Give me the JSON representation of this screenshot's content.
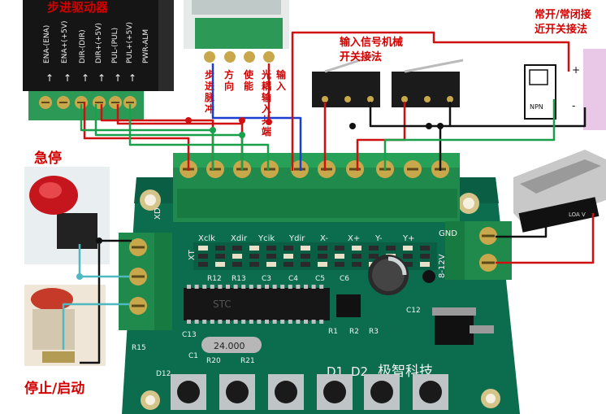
{
  "labels": {
    "driver_title": "步进驱动器",
    "estop": "急停",
    "stop_start": "停止/启动",
    "input_switch_line1": "输入信号机械",
    "input_switch_line2": "开关接法",
    "prox_line1": "常开/常闭接",
    "prox_line2": "近开关接法",
    "plc_col1": "步进脉冲",
    "plc_col2": "方向",
    "plc_col3": "使能",
    "plc_col4": "光耦输入共端",
    "plc_col4_sub": "输入"
  },
  "driver_terminals": [
    "ENA-(ENA)",
    "ENA+(+5V)",
    "DIR-(DIR)",
    "DIR+(+5V)",
    "PUL-(PUL)",
    "PUL+(+5V)",
    "PWR-ALM"
  ],
  "board": {
    "top_silk": [
      "Xclk",
      "Xdir",
      "Ycik",
      "Ydir",
      "X-",
      "X+",
      "Y-",
      "Y+",
      "GND"
    ],
    "left_silk": [
      "XD",
      "XT"
    ],
    "power_label": "8-12V",
    "crystal": "24.000",
    "chip_text": "STC",
    "bottom_silk": [
      "D1",
      "D2",
      "极智科技"
    ],
    "parts": [
      "R12",
      "R13",
      "C3",
      "C4",
      "C5",
      "C6",
      "C12",
      "C13",
      "R15",
      "D12",
      "R20",
      "R21",
      "R1",
      "R2",
      "R3",
      "C1"
    ]
  },
  "prox_marks": [
    "+",
    "-",
    "NPN"
  ],
  "psu_label": "LOA V"
}
